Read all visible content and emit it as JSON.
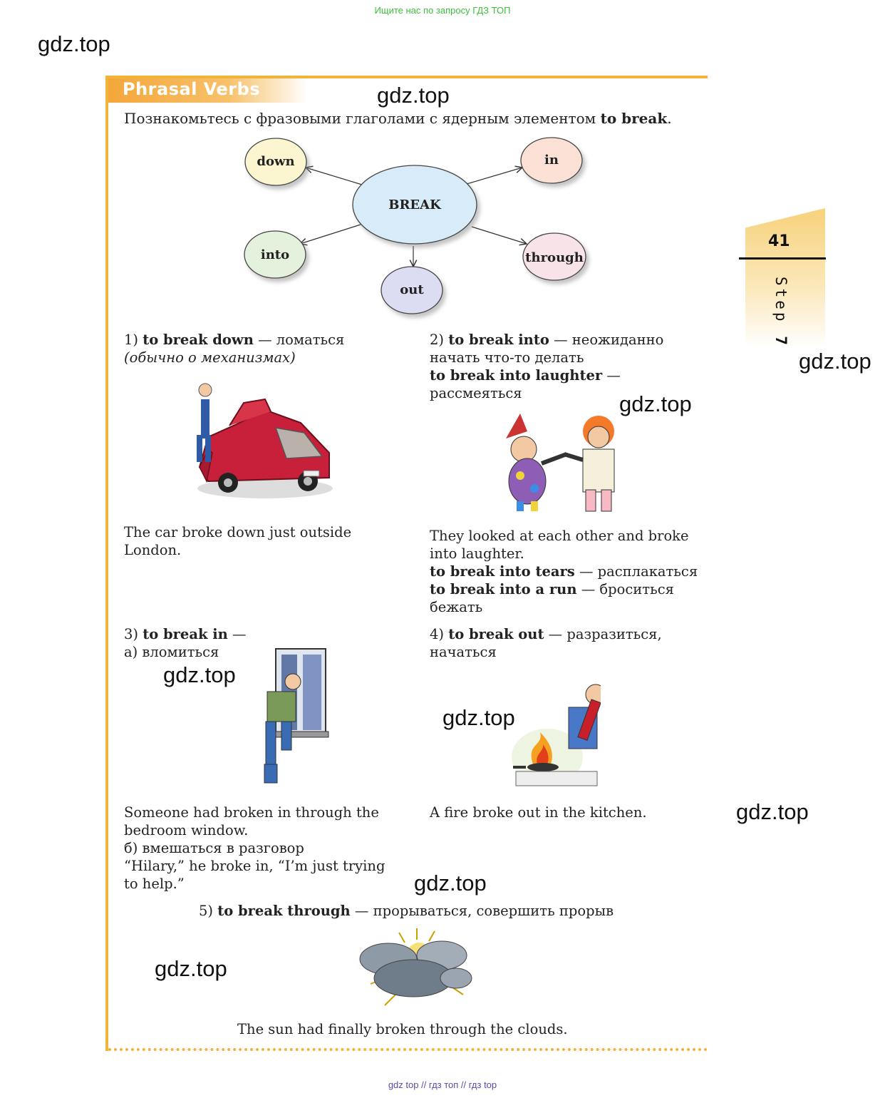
{
  "top_note": "Ищите нас по запросу ГДЗ ТОП",
  "watermark": "gdz.top",
  "header": {
    "title": "Phrasal Verbs"
  },
  "intro": {
    "prefix": "Познакомьтесь с фразовыми глаголами с ядерным элементом ",
    "verb": "to break",
    "suffix": "."
  },
  "diagram": {
    "center": "BREAK",
    "nodes": {
      "down": "down",
      "in": "in",
      "into": "into",
      "through": "through",
      "out": "out"
    },
    "colors": {
      "center": "#d7ecf8",
      "down": "#fbf6cf",
      "in": "#fbe0d6",
      "into": "#e4f1dc",
      "through": "#f7e3e8",
      "out": "#dcdcf2"
    }
  },
  "side": {
    "page_number": "41",
    "step_word": "Step",
    "step_number": "7"
  },
  "sections": {
    "s1": {
      "num": "1) ",
      "phrase": "to break down",
      "dash": " — ",
      "meaning": "ломаться",
      "note": "(обычно о механизмах)",
      "example": "The car broke down just outside London."
    },
    "s2": {
      "num": "2) ",
      "phrase": "to break into",
      "dash": " — ",
      "meaning": "неожиданно начать что-то делать",
      "sub1_phrase": "to break into laughter",
      "sub1_dash": " — ",
      "sub1_meaning": "рассмеяться",
      "example": "They looked at each other and broke into laughter.",
      "sub2_phrase": "to break into tears",
      "sub2_dash": " — ",
      "sub2_meaning": "расплакаться",
      "sub3_phrase": "to break into a run",
      "sub3_dash": " — ",
      "sub3_meaning": "броситься бежать"
    },
    "s3": {
      "num": "3) ",
      "phrase": "to break in",
      "dash": " —",
      "a": "а) вломиться",
      "example_a": "Someone had broken in through the bedroom window.",
      "b": "б) вмешаться в разговор",
      "example_b": "“Hilary,” he broke in, “I’m just trying to help.”"
    },
    "s4": {
      "num": "4) ",
      "phrase": "to break out",
      "dash": " — ",
      "meaning": "разразиться, начаться",
      "example": "A fire broke out in the kitchen."
    },
    "s5": {
      "num": "5) ",
      "phrase": "to break through",
      "dash": " — ",
      "meaning": "прорываться, совершить прорыв",
      "example": "The sun had finally broken through the clouds."
    }
  },
  "footer": "gdz top  //  гдз топ  //  гдз top"
}
